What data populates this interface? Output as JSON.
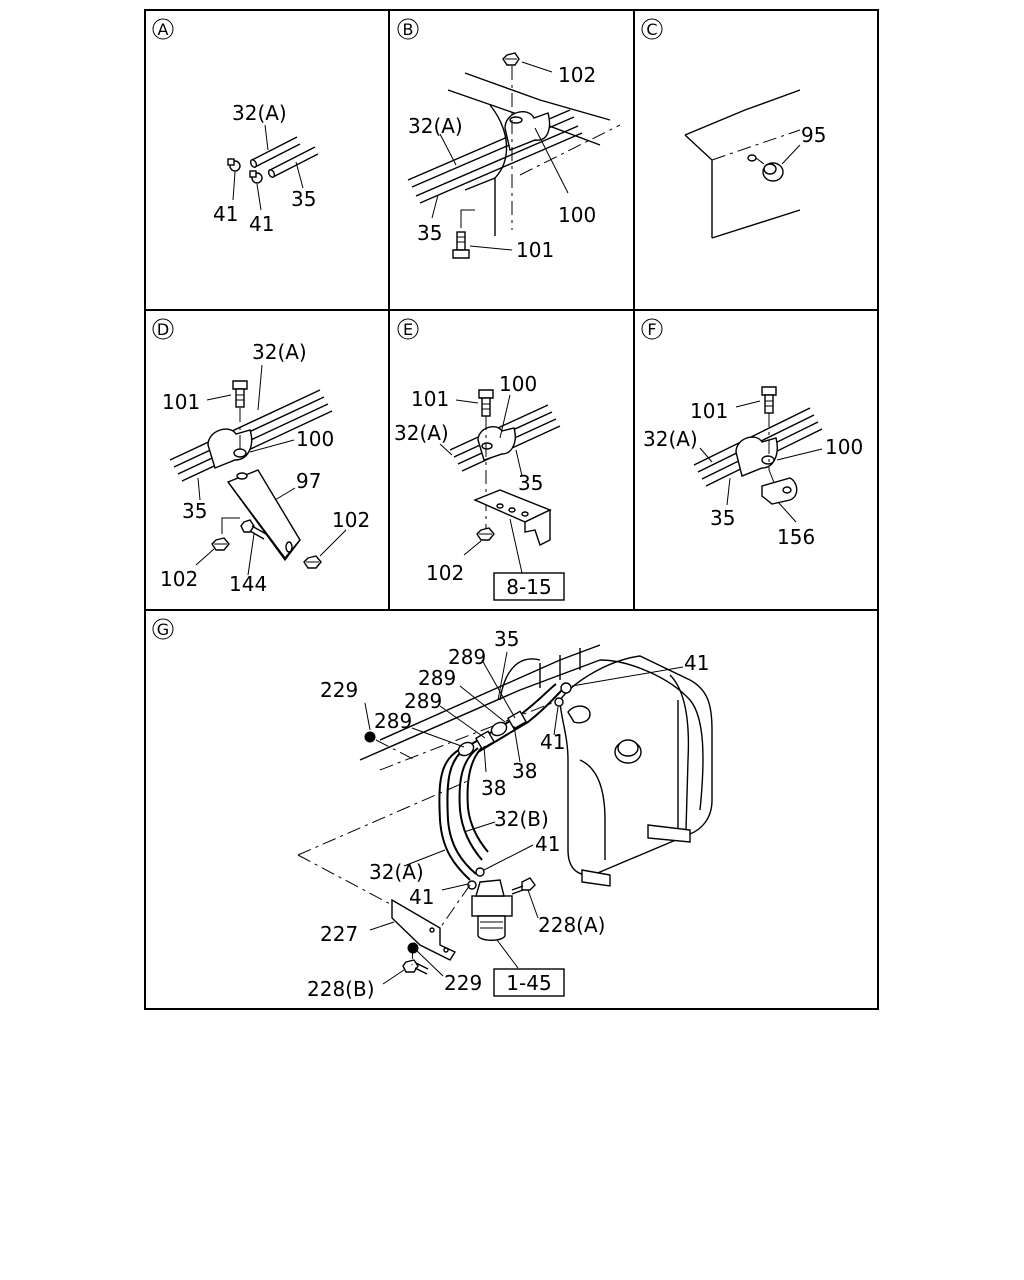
{
  "panels": {
    "A": {
      "letter": "A",
      "labels": {
        "l32a": "32(A)",
        "l41a": "41",
        "l41b": "41",
        "l35": "35"
      }
    },
    "B": {
      "letter": "B",
      "labels": {
        "l102": "102",
        "l32a": "32(A)",
        "l100": "100",
        "l35": "35",
        "l101": "101"
      }
    },
    "C": {
      "letter": "C",
      "labels": {
        "l95": "95"
      }
    },
    "D": {
      "letter": "D",
      "labels": {
        "l32a": "32(A)",
        "l101": "101",
        "l100": "100",
        "l97": "97",
        "l35": "35",
        "l102a": "102",
        "l102b": "102",
        "l144": "144"
      }
    },
    "E": {
      "letter": "E",
      "labels": {
        "l101": "101",
        "l100": "100",
        "l32a": "32(A)",
        "l35": "35",
        "l102": "102",
        "ref": "8-15"
      }
    },
    "F": {
      "letter": "F",
      "labels": {
        "l101": "101",
        "l32a": "32(A)",
        "l100": "100",
        "l35": "35",
        "l156": "156"
      }
    },
    "G": {
      "letter": "G",
      "labels": {
        "l35": "35",
        "l289a": "289",
        "l41a": "41",
        "l229a": "229",
        "l289b": "289",
        "l289c": "289",
        "l289d": "289",
        "l41b": "41",
        "l38a": "38",
        "l38b": "38",
        "l32b": "32(B)",
        "l41c": "41",
        "l32a": "32(A)",
        "l41d": "41",
        "l228a": "228(A)",
        "l227": "227",
        "l229b": "229",
        "l228b": "228(B)",
        "ref": "1-45"
      }
    }
  }
}
